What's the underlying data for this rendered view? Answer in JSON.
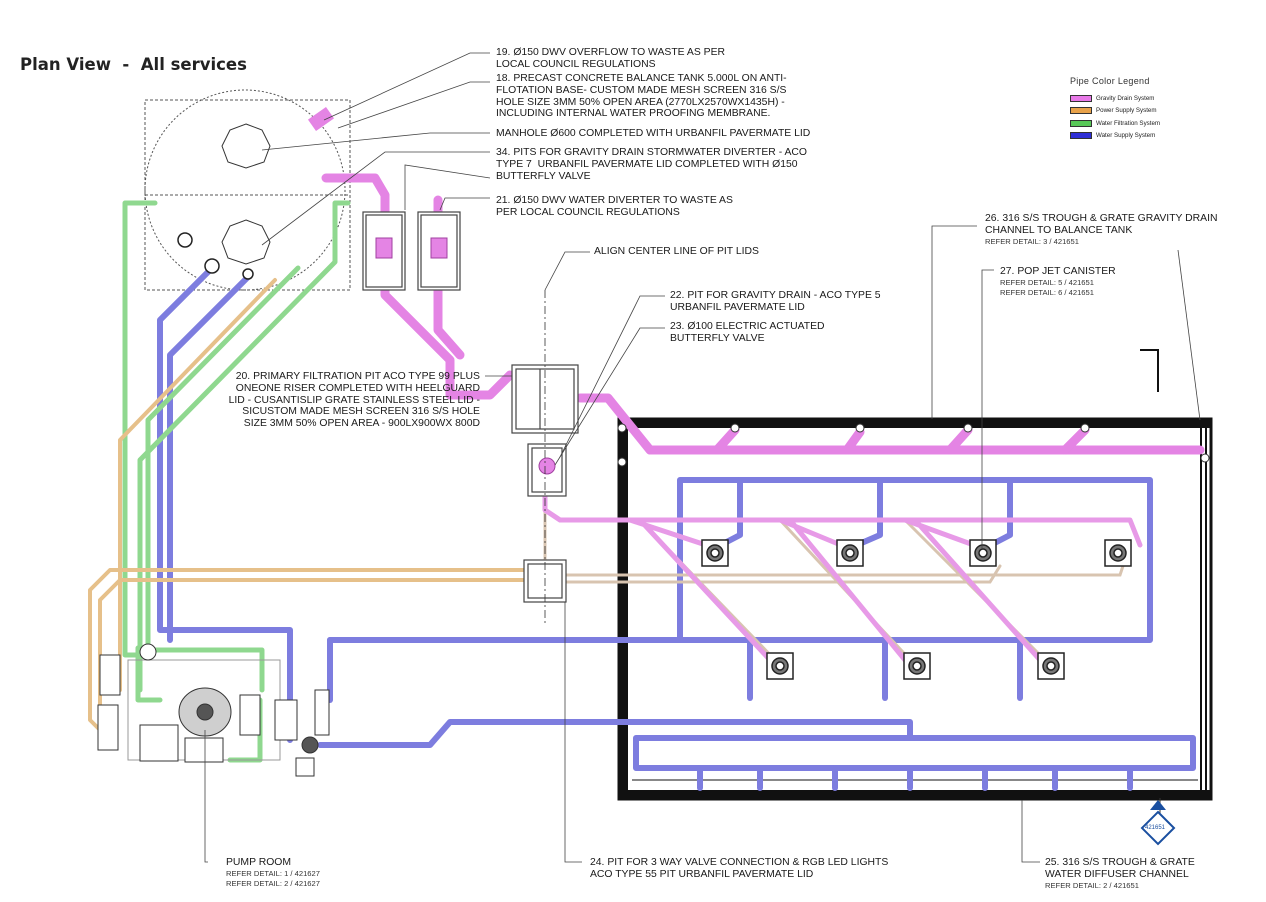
{
  "title": "Plan View  -  All services",
  "legend": {
    "title": "Pipe Color Legend",
    "items": [
      {
        "label": "Gravity Drain System",
        "color": "#e879e8"
      },
      {
        "label": "Power Supply System",
        "color": "#e8a24a"
      },
      {
        "label": "Water Filtration System",
        "color": "#58c858"
      },
      {
        "label": "Water Supply System",
        "color": "#2f2fd6"
      }
    ]
  },
  "notes": {
    "n19": "19. Ø150 DWV OVERFLOW TO WASTE AS PER\nLOCAL COUNCIL REGULATIONS",
    "n18": "18. PRECAST CONCRETE BALANCE TANK 5.000L ON ANTI-\nFLOTATION BASE- CUSTOM MADE MESH SCREEN 316 S/S\nHOLE SIZE 3MM 50% OPEN AREA (2770LX2570WX1435H) -\nINCLUDING INTERNAL WATER PROOFING MEMBRANE.",
    "manhole": "MANHOLE Ø600 COMPLETED WITH URBANFIL PAVERMATE LID",
    "n34": "34. PITS FOR GRAVITY DRAIN STORMWATER DIVERTER - ACO\nTYPE 7  URBANFIL PAVERMATE LID COMPLETED WITH Ø150\nBUTTERFLY VALVE",
    "n21": "21. Ø150 DWV WATER DIVERTER TO WASTE AS\nPER LOCAL COUNCIL REGULATIONS",
    "align": "ALIGN CENTER LINE OF PIT LIDS",
    "n26": "26. 316 S/S TROUGH & GRATE GRAVITY DRAIN\nCHANNEL TO BALANCE TANK",
    "n26_ref": "REFER DETAIL: 3 / 421651",
    "n27": "27. POP JET CANISTER",
    "n27_ref1": "REFER DETAIL: 5 / 421651",
    "n27_ref2": "REFER DETAIL: 6 / 421651",
    "n22": "22. PIT FOR GRAVITY DRAIN - ACO TYPE 5\nURBANFIL PAVERMATE LID",
    "n23": "23. Ø100 ELECTRIC ACTUATED\nBUTTERFLY VALVE",
    "n20": "20. PRIMARY FILTRATION PIT ACO TYPE 99 PLUS\nONEONE RISER COMPLETED WITH HEELGUARD\nLID - CUSANTISLIP GRATE STAINLESS STEEL LID -\nSICUSTOM MADE MESH SCREEN 316 S/S HOLE\nSIZE 3MM 50% OPEN AREA - 900LX900WX 800D",
    "pump": "PUMP ROOM",
    "pump_ref1": "REFER DETAIL: 1 / 421627",
    "pump_ref2": "REFER DETAIL: 2 / 421627",
    "n24": "24. PIT FOR 3 WAY VALVE CONNECTION & RGB LED LIGHTS\nACO TYPE 55 PIT URBANFIL PAVERMATE LID",
    "n25": "25. 316 S/S TROUGH & GRATE\nWATER DIFFUSER CHANNEL",
    "n25_ref": "REFER DETAIL: 2 / 421651",
    "tag": "421651"
  }
}
